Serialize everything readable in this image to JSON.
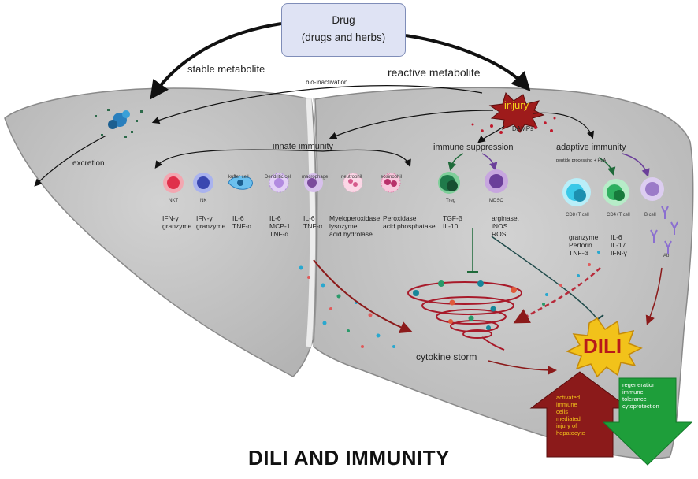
{
  "drug": {
    "line1": "Drug",
    "line2": "(drugs and herbs)"
  },
  "pathways": {
    "stable": "stable metabolite",
    "reactive": "reactive metabolite",
    "bioinactivation": "bio-inactivation",
    "excretion": "excretion",
    "injury": "injury",
    "damps": "DAMPs",
    "innate": "innate immunity",
    "suppression": "immune suppression",
    "adaptive": "adaptive immunity",
    "peptide": "peptide processing + HLA",
    "storm": "cytokine storm",
    "dili": "DILI"
  },
  "innate_cells": [
    {
      "name": "NKT",
      "cytokines": "IFN-γ\ngranzyme",
      "color": "#f06a7a"
    },
    {
      "name": "NK",
      "cytokines": "IFN-γ\ngranzyme",
      "color": "#5b6ad0"
    },
    {
      "name": "kuffer cell",
      "cytokines": "IL-6\nTNF-α",
      "color": "#3b8fd0"
    },
    {
      "name": "Dendritic cell",
      "cytokines": "IL-6\nMCP-1\nTNF-α",
      "color": "#b28ae0"
    },
    {
      "name": "macrophage",
      "cytokines": "IL-6\nTNF-α",
      "color": "#9b66c8"
    },
    {
      "name": "neutrophil",
      "cytokines": "Myeloperoxidase\nlysozyme\nacid hydrolase",
      "color": "#f0a6c6"
    },
    {
      "name": "eosinophil",
      "cytokines": "Peroxidase\nacid phosphatase",
      "color": "#e46aa0"
    }
  ],
  "suppressive_cells": [
    {
      "name": "Treg",
      "cytokines": "TGF-β\nIL-10",
      "color": "#1f7a4a"
    },
    {
      "name": "MDSC",
      "cytokines": "arginase,\niNOS\nROS",
      "color": "#7b4a9c"
    }
  ],
  "adaptive_cells": [
    {
      "name": "CD8+T cell",
      "cytokines": "granzyme\nPerforin\nTNF-α",
      "color": "#38c8e8"
    },
    {
      "name": "CD4+T cell",
      "cytokines": "IL-6\nIL-17\nIFN-γ",
      "color": "#2fb060"
    },
    {
      "name": "B cell",
      "cytokines": "",
      "color": "#9b7bc8"
    }
  ],
  "antibody": "Ab",
  "outcomes": {
    "red": "activated\nimmune\ncells\nmediated\ninjury of\nhepatocyte",
    "green": "regeneration\nimmune\ntolerance\ncytoprotection"
  },
  "title": "DILI AND IMMUNITY",
  "colors": {
    "liver": "#c8c8c8",
    "liver_outline": "#8a8a8a",
    "dark_red": "#8b1a1a",
    "green": "#1e9e3a",
    "dili_fill": "#f2c21a"
  }
}
